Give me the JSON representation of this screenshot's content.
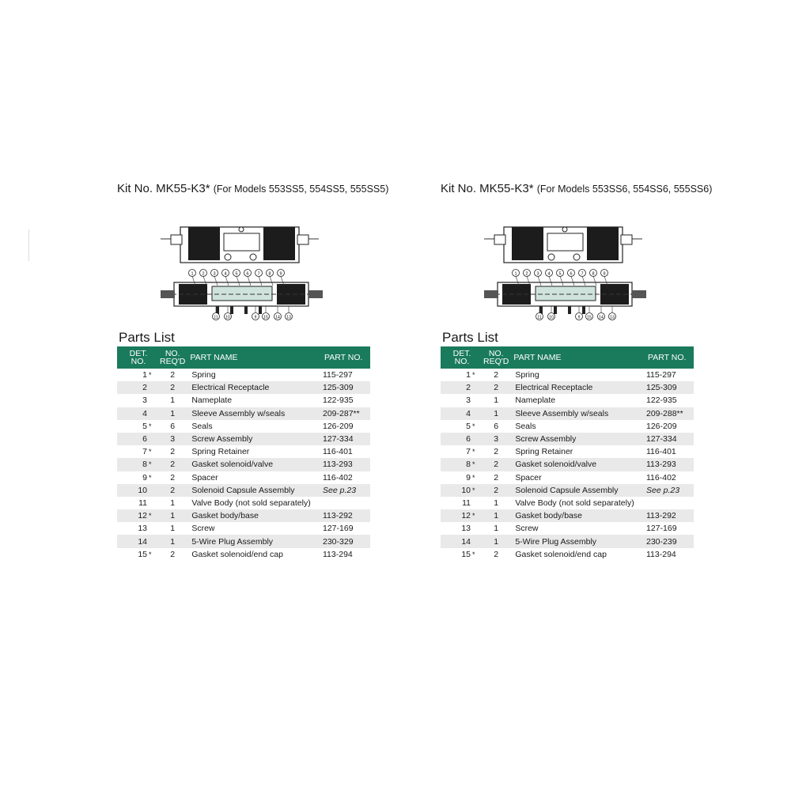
{
  "kits": [
    {
      "title": "Kit No. MK55-K3*",
      "subtitle": "(For Models 553SS5, 554SS5, 555SS5)",
      "parts_heading": "Parts List",
      "headers": {
        "det_1": "DET.",
        "det_2": "NO.",
        "req_1": "NO.",
        "req_2": "REQ'D",
        "name": "PART NAME",
        "part": "PART NO."
      },
      "rows": [
        {
          "det": "1",
          "star": "*",
          "req": "2",
          "name": "Spring",
          "part": "115-297"
        },
        {
          "det": "2",
          "star": "",
          "req": "2",
          "name": "Electrical Receptacle",
          "part": "125-309"
        },
        {
          "det": "3",
          "star": "",
          "req": "1",
          "name": "Nameplate",
          "part": "122-935"
        },
        {
          "det": "4",
          "star": "",
          "req": "1",
          "name": "Sleeve Assembly w/seals",
          "part": "209-287**"
        },
        {
          "det": "5",
          "star": "*",
          "req": "6",
          "name": "Seals",
          "part": "126-209"
        },
        {
          "det": "6",
          "star": "",
          "req": "3",
          "name": "Screw Assembly",
          "part": "127-334"
        },
        {
          "det": "7",
          "star": "*",
          "req": "2",
          "name": "Spring Retainer",
          "part": "116-401"
        },
        {
          "det": "8",
          "star": "*",
          "req": "2",
          "name": "Gasket solenoid/valve",
          "part": "113-293"
        },
        {
          "det": "9",
          "star": "*",
          "req": "2",
          "name": "Spacer",
          "part": "116-402"
        },
        {
          "det": "10",
          "star": "",
          "req": "2",
          "name": "Solenoid Capsule Assembly",
          "part": "See p.23",
          "italic": true
        },
        {
          "det": "11",
          "star": "",
          "req": "1",
          "name": "Valve Body (not sold separately)",
          "part": ""
        },
        {
          "det": "12",
          "star": "*",
          "req": "1",
          "name": "Gasket body/base",
          "part": "113-292"
        },
        {
          "det": "13",
          "star": "",
          "req": "1",
          "name": "Screw",
          "part": "127-169"
        },
        {
          "det": "14",
          "star": "",
          "req": "1",
          "name": "5-Wire Plug Assembly",
          "part": "230-329"
        },
        {
          "det": "15",
          "star": "*",
          "req": "2",
          "name": "Gasket solenoid/end cap",
          "part": "113-294"
        }
      ]
    },
    {
      "title": "Kit No. MK55-K3*",
      "subtitle": "(For Models 553SS6, 554SS6, 555SS6)",
      "parts_heading": "Parts List",
      "headers": {
        "det_1": "DET.",
        "det_2": "NO.",
        "req_1": "NO.",
        "req_2": "REQ'D",
        "name": "PART NAME",
        "part": "PART NO."
      },
      "rows": [
        {
          "det": "1",
          "star": "*",
          "req": "2",
          "name": "Spring",
          "part": "115-297"
        },
        {
          "det": "2",
          "star": "",
          "req": "2",
          "name": "Electrical Receptacle",
          "part": "125-309"
        },
        {
          "det": "3",
          "star": "",
          "req": "1",
          "name": "Nameplate",
          "part": "122-935"
        },
        {
          "det": "4",
          "star": "",
          "req": "1",
          "name": "Sleeve Assembly w/seals",
          "part": "209-288**"
        },
        {
          "det": "5",
          "star": "*",
          "req": "6",
          "name": "Seals",
          "part": "126-209"
        },
        {
          "det": "6",
          "star": "",
          "req": "3",
          "name": "Screw Assembly",
          "part": "127-334"
        },
        {
          "det": "7",
          "star": "*",
          "req": "2",
          "name": "Spring Retainer",
          "part": "116-401"
        },
        {
          "det": "8",
          "star": "*",
          "req": "2",
          "name": "Gasket solenoid/valve",
          "part": "113-293"
        },
        {
          "det": "9",
          "star": "*",
          "req": "2",
          "name": "Spacer",
          "part": "116-402"
        },
        {
          "det": "10",
          "star": "*",
          "req": "2",
          "name": "Solenoid Capsule Assembly",
          "part": "See p.23",
          "italic": true
        },
        {
          "det": "11",
          "star": "",
          "req": "1",
          "name": "Valve Body (not sold separately)",
          "part": ""
        },
        {
          "det": "12",
          "star": "*",
          "req": "1",
          "name": "Gasket body/base",
          "part": "113-292"
        },
        {
          "det": "13",
          "star": "",
          "req": "1",
          "name": "Screw",
          "part": "127-169"
        },
        {
          "det": "14",
          "star": "",
          "req": "1",
          "name": "5-Wire Plug Assembly",
          "part": "230-239"
        },
        {
          "det": "15",
          "star": "*",
          "req": "2",
          "name": "Gasket solenoid/end cap",
          "part": "113-294"
        }
      ]
    }
  ],
  "callouts_top": [
    "1",
    "2",
    "3",
    "4",
    "5",
    "6",
    "7",
    "8",
    "9"
  ],
  "callouts_bottom": [
    "11",
    "10",
    "9",
    "15",
    "14",
    "13"
  ],
  "colors": {
    "header_bg": "#1a7a5c",
    "row_alt": "#e9e9e9"
  }
}
